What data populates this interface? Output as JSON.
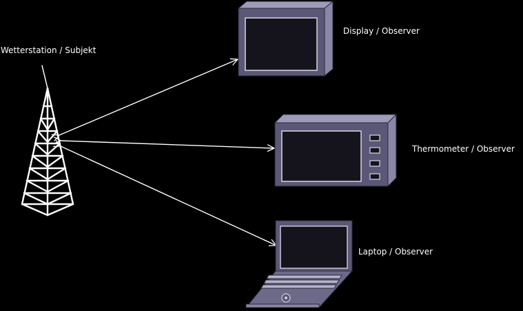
{
  "labels": {
    "station": "Wetterstation / Subjekt",
    "display": "Display / Observer",
    "thermometer": "Thermometer / Observer",
    "laptop": "Laptop / Observer"
  },
  "colors": {
    "background": "#000000",
    "line": "#ffffff",
    "device_front": "#5b5877",
    "device_side": "#8a87a6",
    "device_top": "#9e9bb8",
    "screen": "#15141c",
    "outline": "#2a2838"
  }
}
